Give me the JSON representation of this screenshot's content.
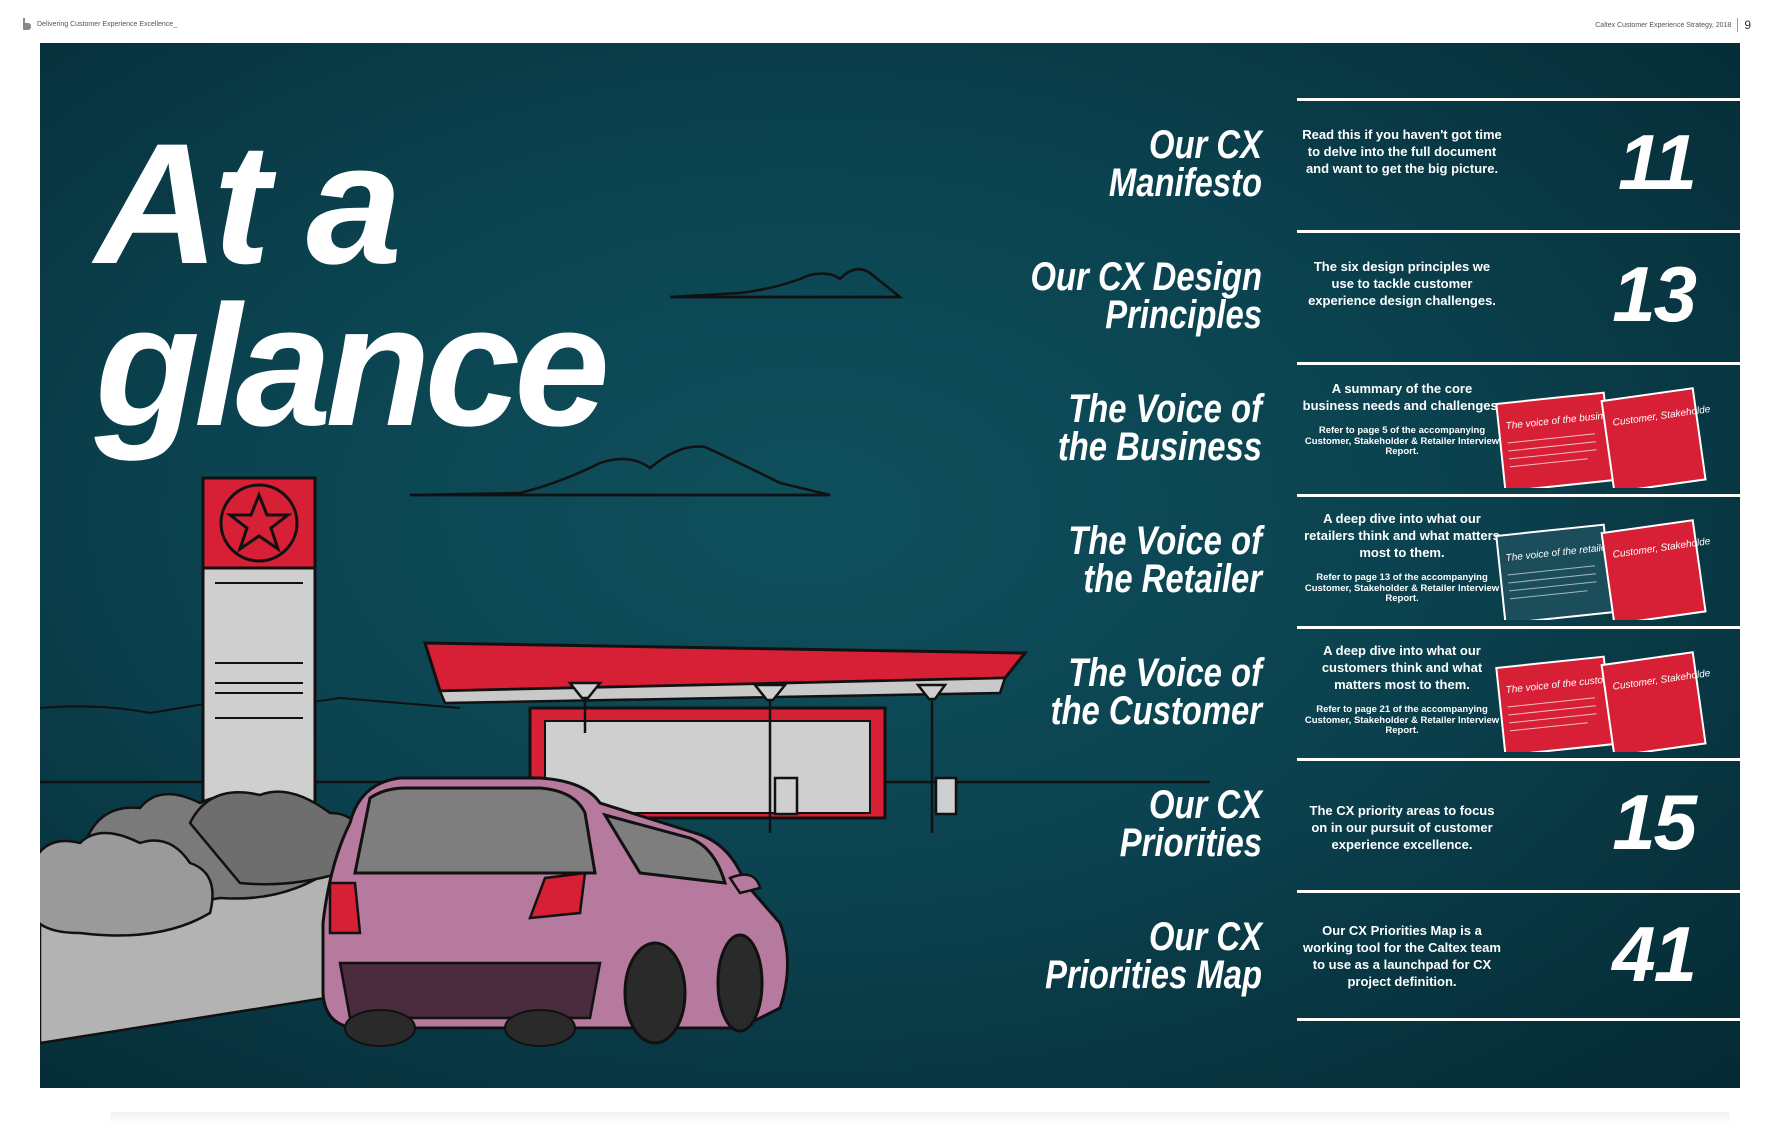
{
  "header": {
    "left_text": "Delivering Customer Experience Excellence_",
    "right_text": "Caltex Customer Experience Strategy, 2018",
    "page_number": "9"
  },
  "title": {
    "line1": "At a",
    "line2": "glance"
  },
  "sections": [
    {
      "name": "Our CX\nManifesto",
      "description": "Read this if you haven't got time to delve into the full document and want to get the big picture.",
      "page": "11"
    },
    {
      "name": "Our CX Design\nPrinciples",
      "description": "The six design principles we use to tackle customer experience design challenges.",
      "page": "13"
    },
    {
      "name": "The Voice of\nthe Business",
      "description": "A summary of the core business needs and challenges.",
      "reference": "Refer to page 5 of the accompanying Customer, Stakeholder & Retailer Interview Report.",
      "thumb_left_title": "The voice of the business",
      "thumb_right_title": "Customer, Stakeholder & Retailer Interview Report",
      "thumb_left_color": "#d71f35"
    },
    {
      "name": "The Voice of\nthe Retailer",
      "description": "A deep dive into what our retailers think and what matters most to them.",
      "reference": "Refer to page 13 of the accompanying Customer, Stakeholder & Retailer Interview Report.",
      "thumb_left_title": "The voice of the retailer",
      "thumb_right_title": "Customer, Stakeholder & Retailer Interview Report",
      "thumb_left_color": "#1b4d5b"
    },
    {
      "name": "The Voice of\nthe Customer",
      "description": "A deep dive into what our customers think and what matters most to them.",
      "reference": "Refer to page 21 of the accompanying Customer, Stakeholder & Retailer Interview Report.",
      "thumb_left_title": "The voice of the customer",
      "thumb_right_title": "Customer, Stakeholder & Retailer Interview Report",
      "thumb_left_color": "#d71f35"
    },
    {
      "name": "Our CX\nPriorities",
      "description": "The CX priority areas to focus on in our pursuit of customer experience excellence.",
      "page": "15"
    },
    {
      "name": "Our CX\nPriorities Map",
      "description": "Our CX Priorities Map is a working tool for the Caltex team to use as a launchpad for CX project definition.",
      "page": "41"
    }
  ],
  "colors": {
    "panel": "#0b4350",
    "caltex_red": "#d71f35",
    "car": "#b77a9f",
    "canopy_grey": "#c9c9c9"
  }
}
